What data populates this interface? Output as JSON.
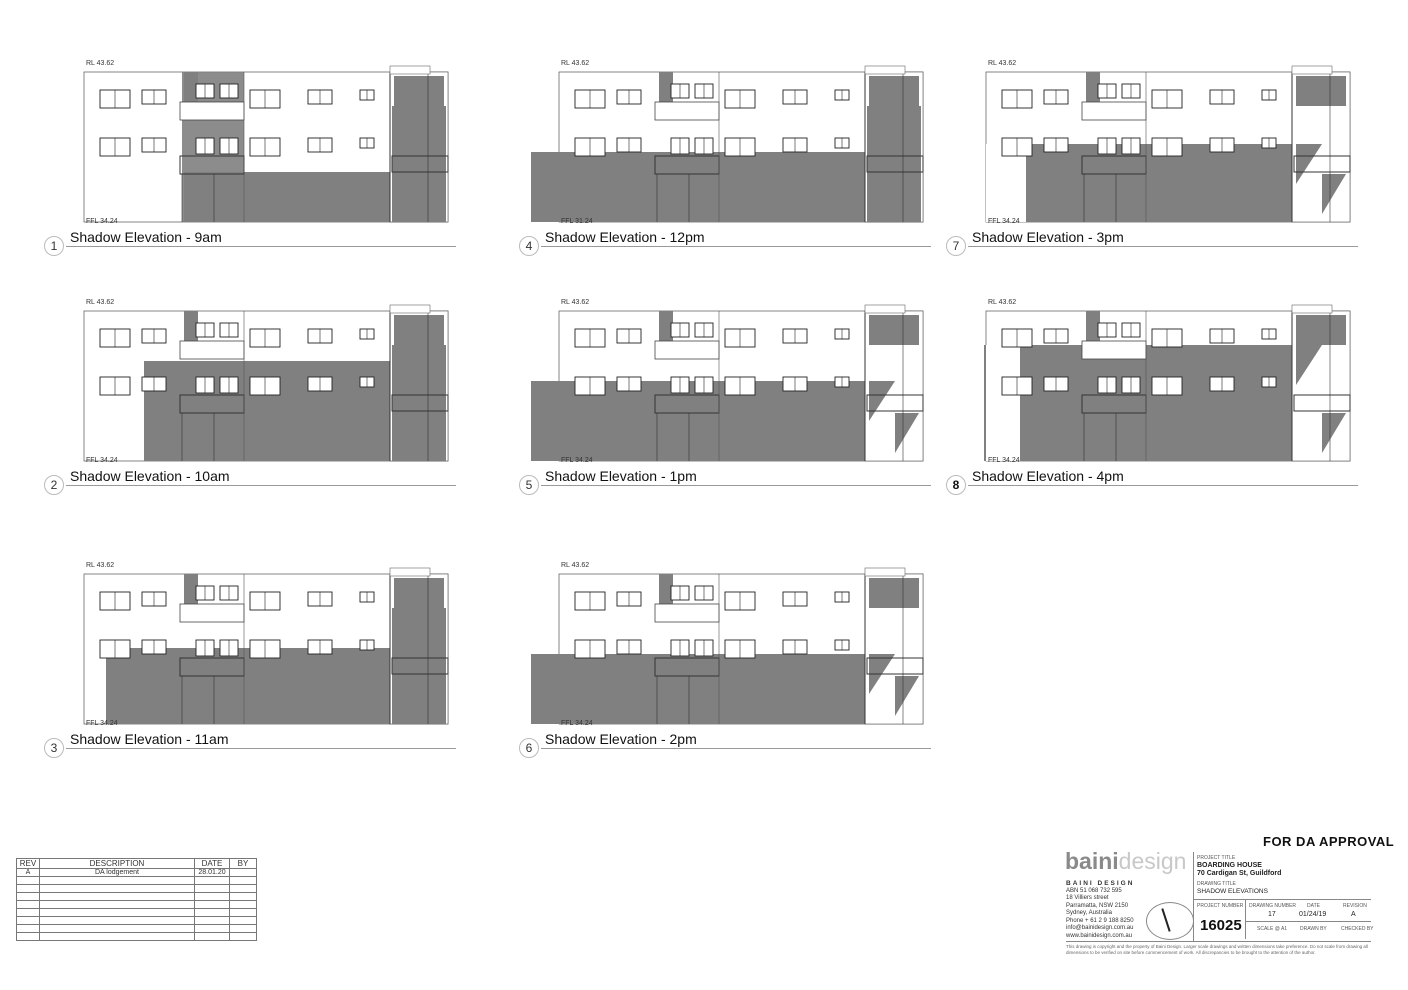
{
  "panels": [
    {
      "num": "1",
      "title": "Shadow Elevation - 9am",
      "rl": "RL 43.62",
      "ffl": "FFL 34.24"
    },
    {
      "num": "2",
      "title": "Shadow Elevation - 10am",
      "rl": "RL 43.62",
      "ffl": "FFL 34.24"
    },
    {
      "num": "3",
      "title": "Shadow Elevation - 11am",
      "rl": "RL 43.62",
      "ffl": "FFL 34.24"
    },
    {
      "num": "4",
      "title": "Shadow Elevation - 12pm",
      "rl": "RL 43.62",
      "ffl": "FFL 31.24"
    },
    {
      "num": "5",
      "title": "Shadow Elevation - 1pm",
      "rl": "RL 43.62",
      "ffl": "FFL 34.24"
    },
    {
      "num": "6",
      "title": "Shadow Elevation - 2pm",
      "rl": "RL 43.62",
      "ffl": "FFL 34.24"
    },
    {
      "num": "7",
      "title": "Shadow Elevation - 3pm",
      "rl": "RL 43.62",
      "ffl": "FFL 34.24"
    },
    {
      "num": "8",
      "title": "Shadow Elevation - 4pm",
      "rl": "RL 43.62",
      "ffl": "FFL 34.24"
    }
  ],
  "revision_table": {
    "headers": [
      "REV",
      "DESCRIPTION",
      "DATE",
      "BY"
    ],
    "rows": [
      [
        "A",
        "DA lodgement",
        "28.01.20",
        ""
      ]
    ]
  },
  "title_block": {
    "status": "FOR DA APPROVAL",
    "logo_bold": "baini",
    "logo_light": "design",
    "company_name": "BAINI DESIGN",
    "company_lines": [
      "ABN 51 068 732 595",
      "18 Villiers street",
      "Parramatta, NSW 2150",
      "Sydney, Australia",
      "Phone + 61 2 9 188 8250",
      "info@bainidesign.com.au",
      "www.bainidesign.com.au"
    ],
    "project_title_label": "PROJECT TITLE",
    "project_title": "BOARDING HOUSE",
    "project_address": "70 Cardigan St, Guildford",
    "drawing_title_label": "DRAWING TITLE",
    "drawing_title": "SHADOW ELEVATIONS",
    "project_number_label": "PROJECT NUMBER",
    "project_number": "16025",
    "drawing_number_label": "DRAWING NUMBER",
    "drawing_number": "17",
    "date_label": "DATE",
    "date": "01/24/19",
    "revision_label": "REVISION",
    "revision": "A",
    "scale": "SCALE @ A1",
    "drawn_by": "DRAWN BY",
    "checked_by": "CHECKED BY",
    "disclaimer": "This drawing is copyright and the property of Baini Design. Larger scale drawings and written dimensions take preference. Do not scale from drawing all dimensions to be verified on site before commencement of work. All discrepancies to be brought to the attention of the author."
  },
  "colors": {
    "shadow": "#808080",
    "line": "#444444"
  }
}
